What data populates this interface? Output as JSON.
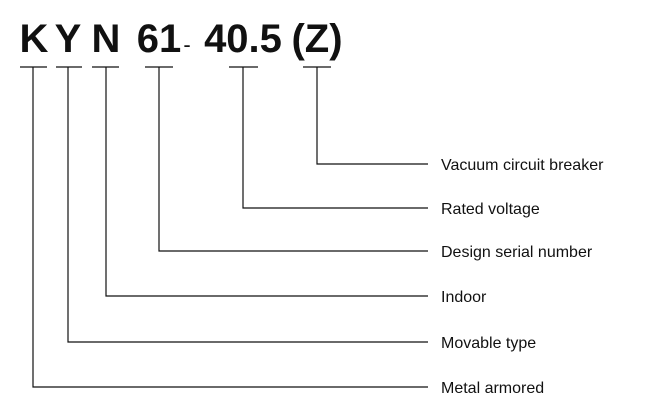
{
  "code": {
    "k": "K",
    "y": "Y",
    "n": "N",
    "serial": "61",
    "dash": "-",
    "voltage": "40.5",
    "breaker": "(Z)"
  },
  "labels": {
    "vacuum_circuit_breaker": "Vacuum circuit breaker",
    "rated_voltage": "Rated voltage",
    "design_serial_number": "Design serial number",
    "indoor": "Indoor",
    "movable_type": "Movable type",
    "metal_armored": "Metal armored"
  },
  "colors": {
    "ink": "#111111",
    "background": "#ffffff"
  }
}
